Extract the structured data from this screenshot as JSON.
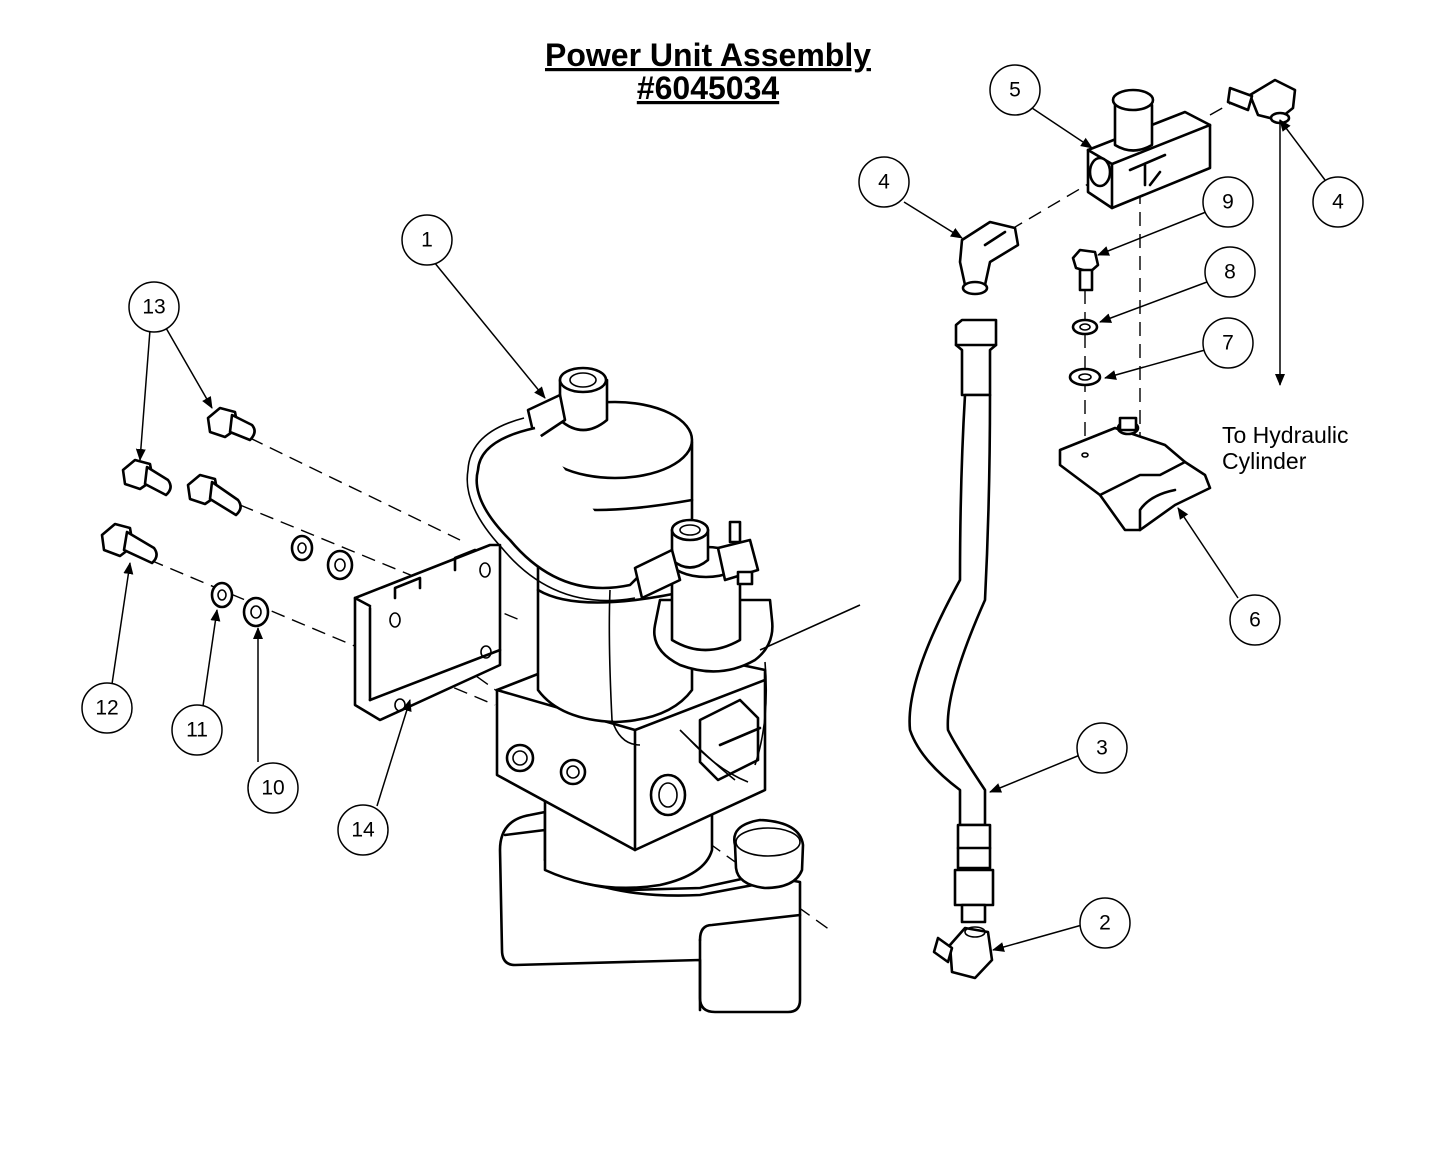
{
  "title": {
    "line1": "Power Unit Assembly",
    "line2": "#6045034"
  },
  "callouts": [
    "1",
    "2",
    "3",
    "4",
    "4",
    "5",
    "6",
    "7",
    "8",
    "9",
    "10",
    "11",
    "12",
    "13",
    "14"
  ],
  "note": {
    "line1": "To Hydraulic",
    "line2": "Cylinder"
  }
}
